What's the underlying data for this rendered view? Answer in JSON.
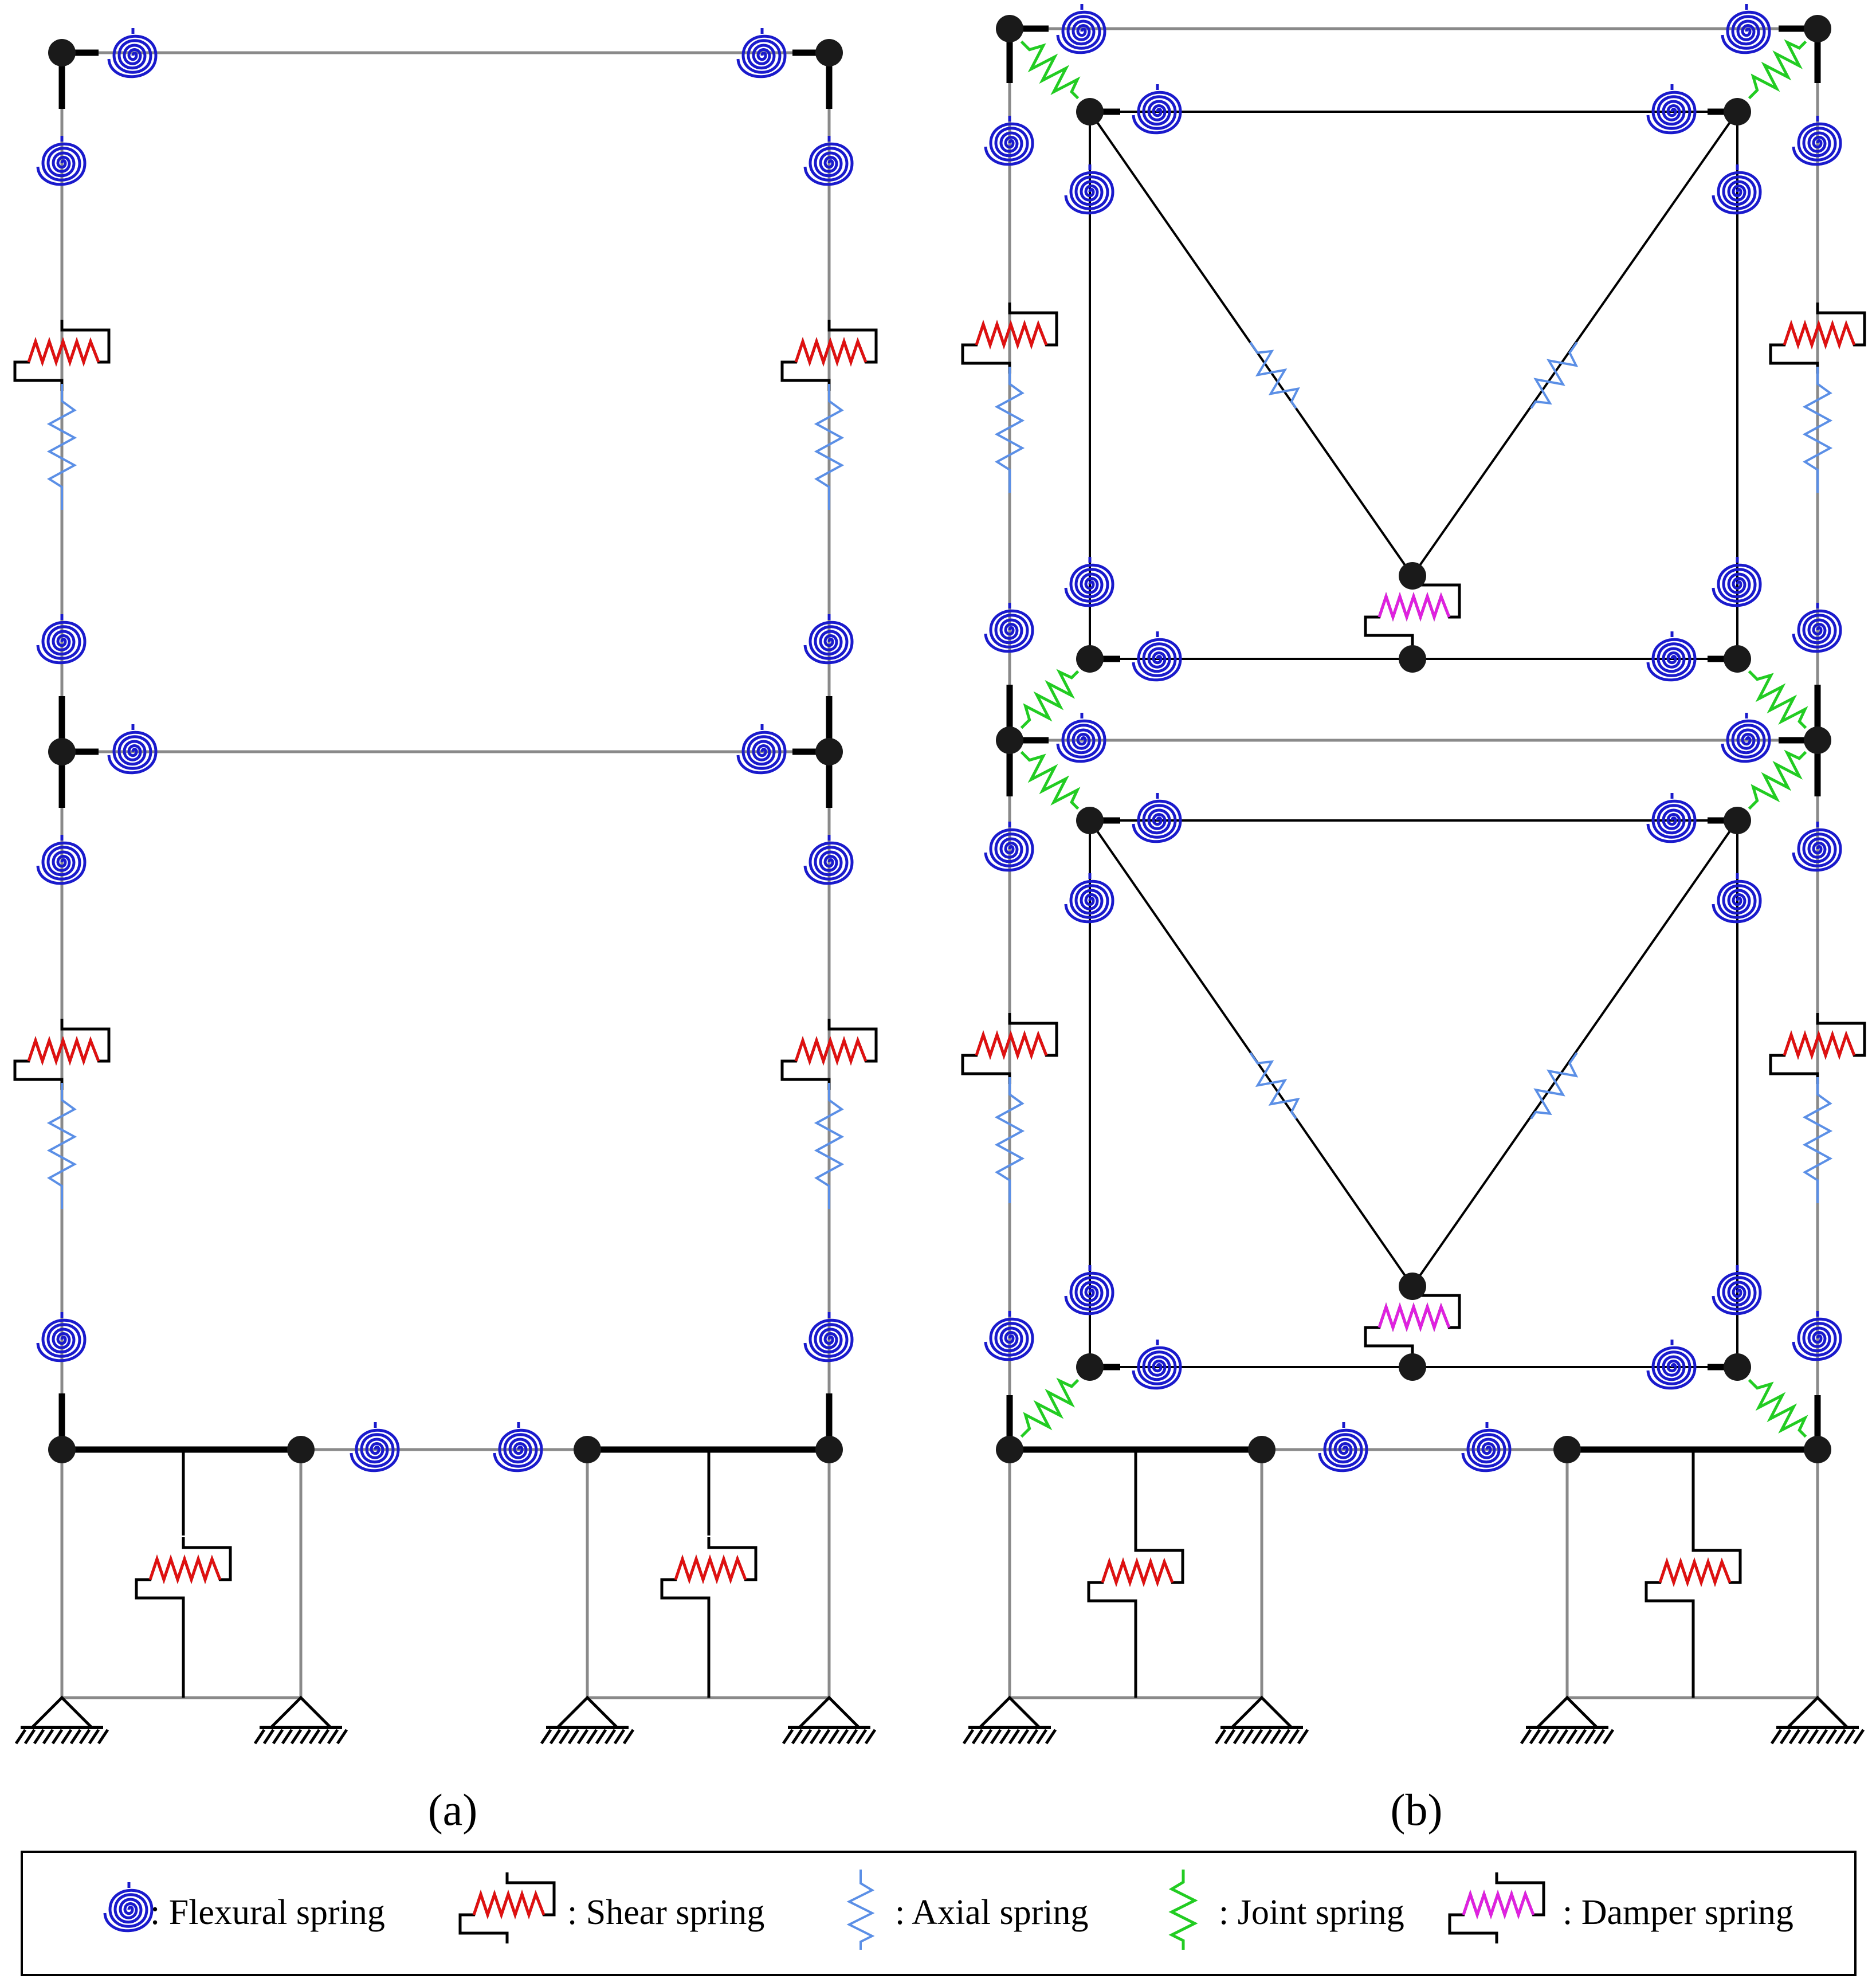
{
  "panels": [
    {
      "id": "a",
      "label": "(a)"
    },
    {
      "id": "b",
      "label": "(b)"
    }
  ],
  "legend": {
    "items": [
      {
        "key": "flexural",
        "label": ": Flexural spring",
        "color": "#1a1acc"
      },
      {
        "key": "shear",
        "label": ": Shear spring",
        "color": "#e01010"
      },
      {
        "key": "axial",
        "label": ": Axial spring",
        "color": "#5b8fe6"
      },
      {
        "key": "joint",
        "label": ": Joint spring",
        "color": "#22cc22"
      },
      {
        "key": "damper",
        "label": ": Damper spring",
        "color": "#e020e0"
      }
    ]
  },
  "colors": {
    "member_line": "#8a8a8a",
    "rigid": "#000000",
    "node": "#1a1a1a",
    "flexural": "#1a1acc",
    "shear": "#e01010",
    "axial": "#5b8fe6",
    "joint": "#22cc22",
    "damper": "#e020e0"
  }
}
